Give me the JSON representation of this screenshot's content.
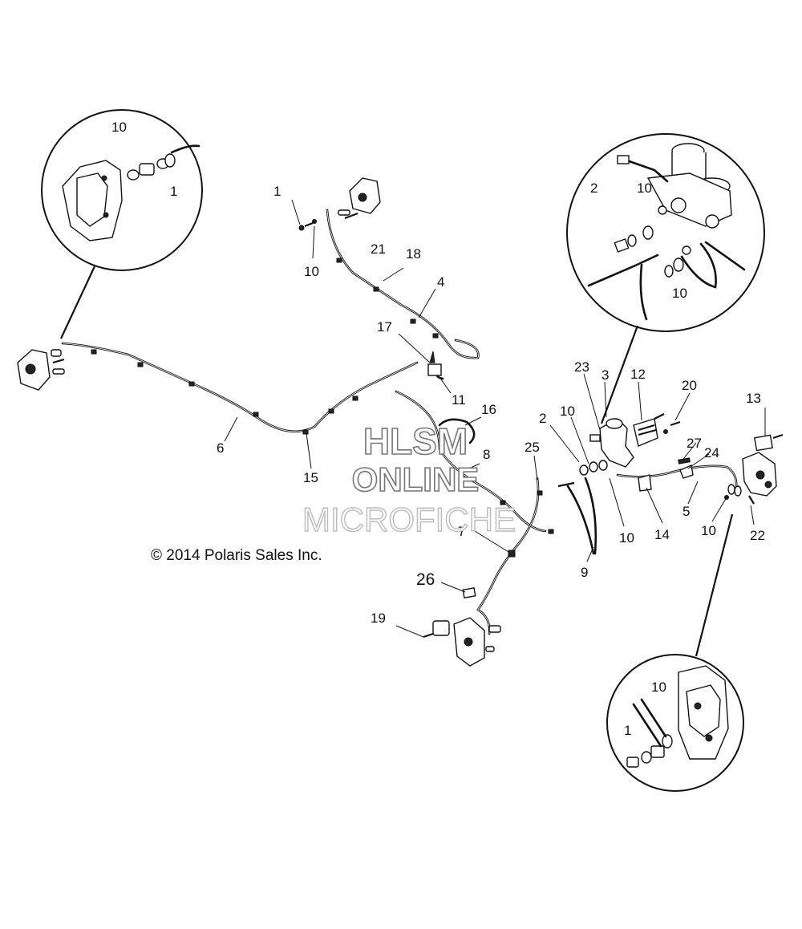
{
  "copyright": "© 2014 Polaris Sales Inc.",
  "watermark": {
    "line1": "HLSM",
    "line2": "ONLINE",
    "line3": "MICROFICHE"
  },
  "callouts": {
    "c1": "1",
    "c2": "2",
    "c3": "3",
    "c4": "4",
    "c5": "5",
    "c6": "6",
    "c7": "7",
    "c8": "8",
    "c9": "9",
    "c11": "11",
    "c12": "12",
    "c13": "13",
    "c14": "14",
    "c15": "15",
    "c16": "16",
    "c17": "17",
    "c18": "18",
    "c19": "19",
    "c20": "20",
    "c21": "21",
    "c22": "22",
    "c23": "23",
    "c24": "24",
    "c25": "25",
    "c26": "26",
    "c27": "27",
    "c10": "10"
  }
}
